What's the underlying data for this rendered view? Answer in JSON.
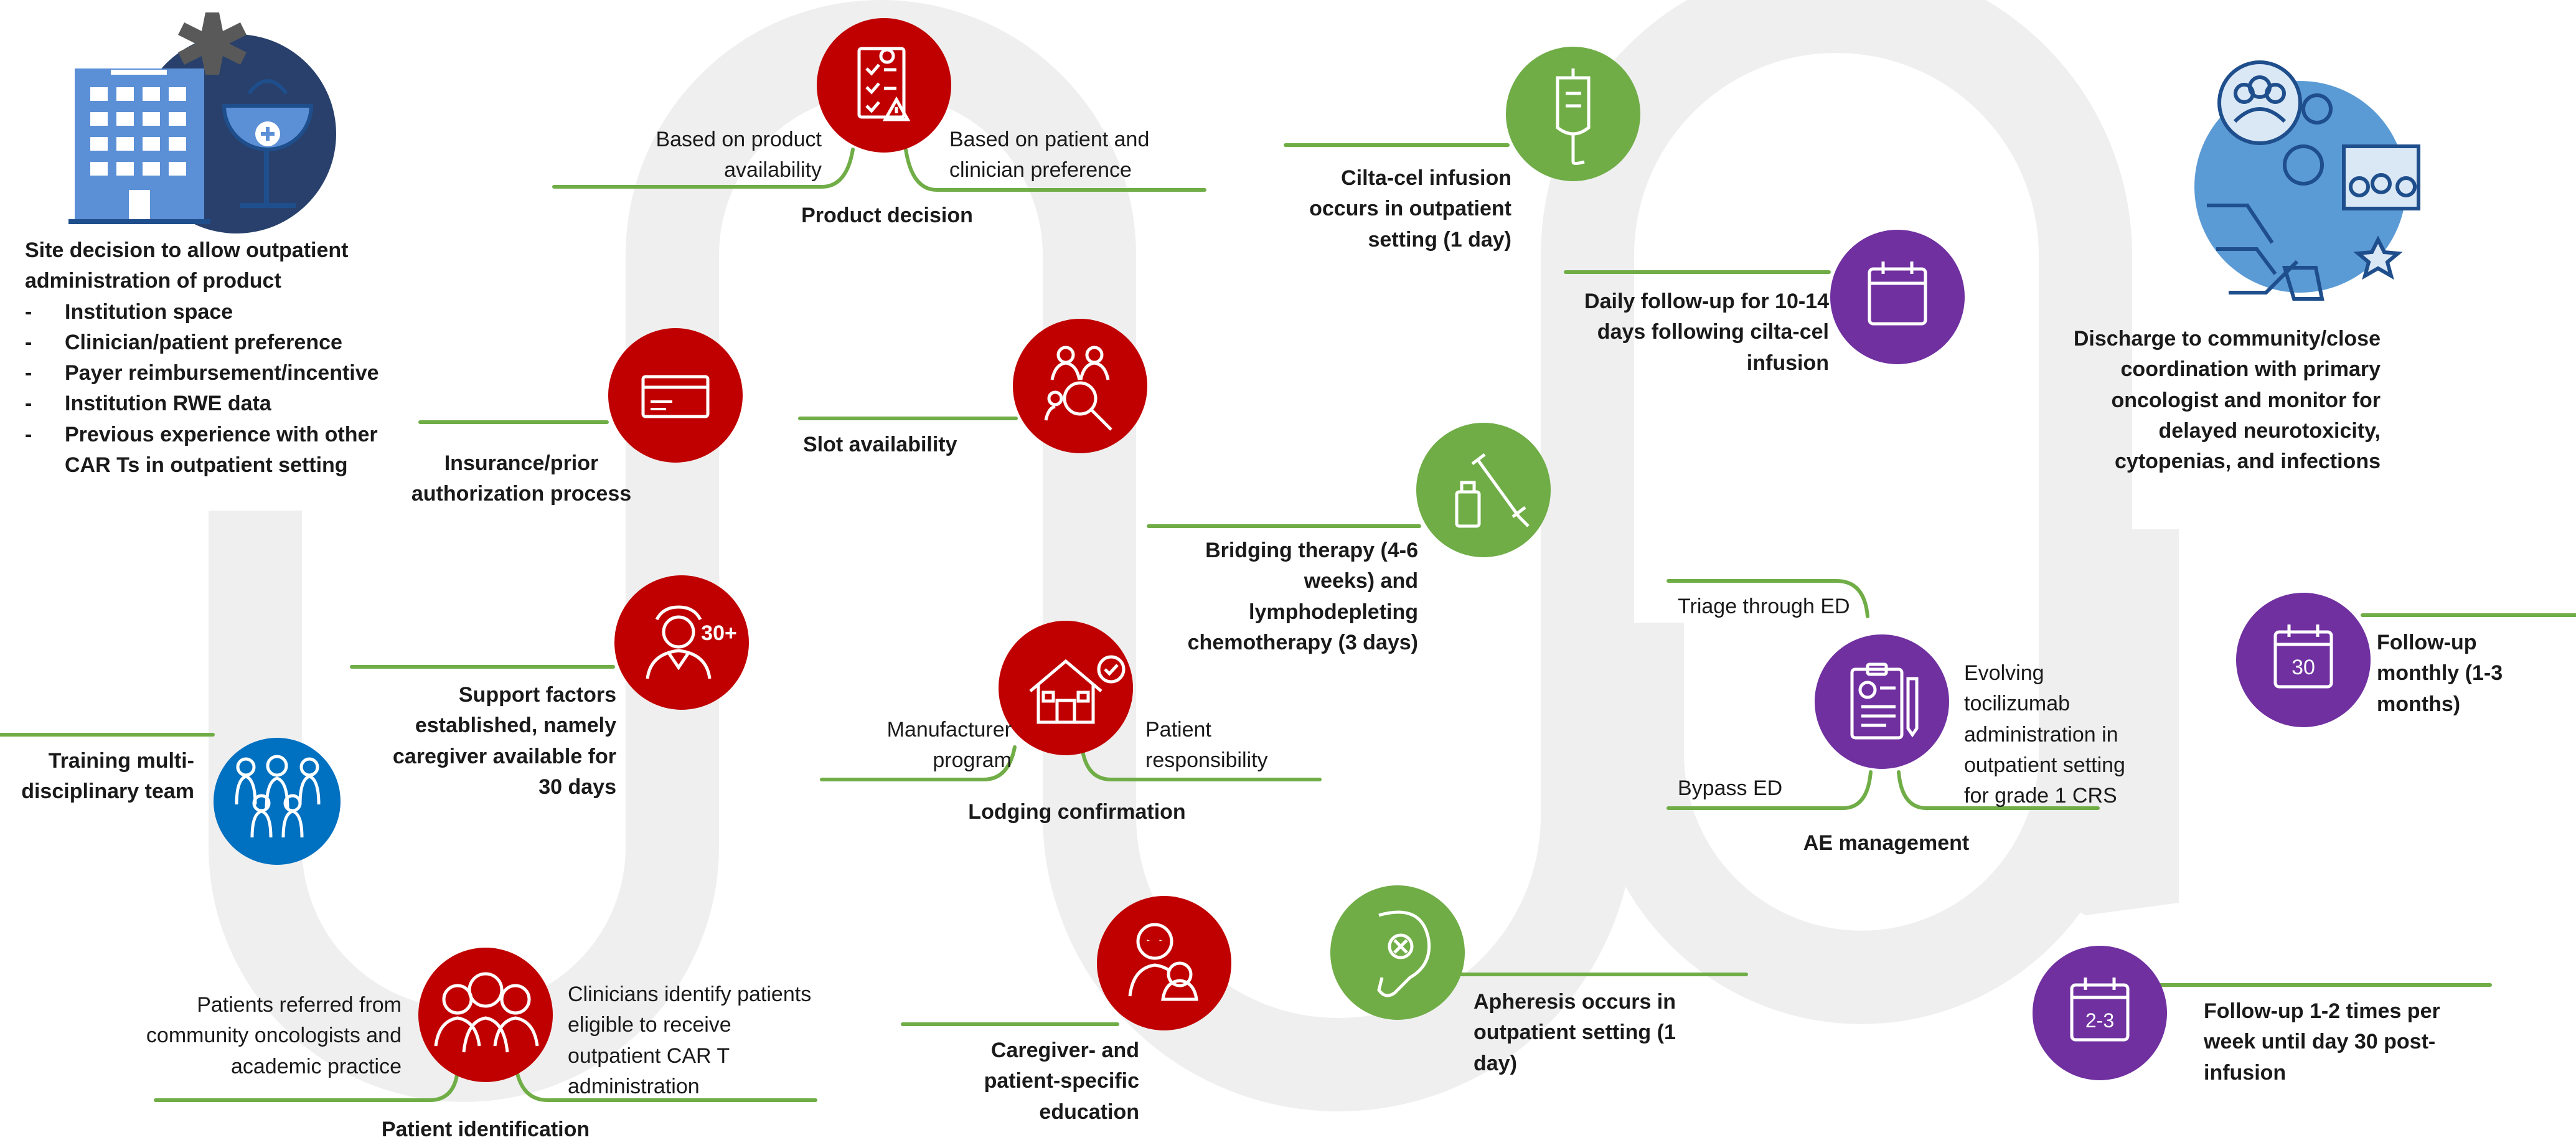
{
  "colors": {
    "red": "#c00000",
    "green": "#70ad47",
    "purple": "#7030a0",
    "blue": "#0070c0",
    "path": "#efefef"
  },
  "site_decision": {
    "title": "Site decision to allow outpatient administration of product",
    "items": [
      "Institution space",
      "Clinician/patient preference",
      "Payer reimbursement/incentive",
      "Institution RWE data",
      "Previous experience with other CAR Ts in outpatient setting"
    ],
    "icon": "hospital-medical-icon"
  },
  "steps": {
    "training": {
      "title": "Training multi-disciplinary team",
      "icon": "team-icon"
    },
    "patient_identification": {
      "title": "Patient identification",
      "left_note": "Patients referred from community oncologists and academic practice",
      "right_note": "Clinicians identify patients eligible to receive outpatient CAR T administration",
      "icon": "patient-group-icon"
    },
    "support_factors": {
      "title": "Support factors established, namely caregiver available for 30 days",
      "badge": "30+",
      "icon": "nurse-icon"
    },
    "insurance": {
      "title": "Insurance/prior authorization process",
      "icon": "card-icon"
    },
    "product_decision": {
      "title": "Product decision",
      "left_note": "Based on product availability",
      "right_note": "Based on patient and clinician preference",
      "icon": "checklist-icon"
    },
    "slot_availability": {
      "title": "Slot availability",
      "icon": "people-search-icon"
    },
    "lodging": {
      "title": "Lodging confirmation",
      "left_note": "Manufacturer program",
      "right_note": "Patient responsibility",
      "icon": "house-check-icon"
    },
    "education": {
      "title": "Caregiver- and patient-specific education",
      "icon": "caregiver-icon"
    },
    "apheresis": {
      "title": "Apheresis occurs in outpatient setting (1 day)",
      "icon": "arm-icon"
    },
    "bridging": {
      "title": "Bridging therapy (4-6 weeks) and lymphodepleting chemotherapy (3 days)",
      "icon": "syringe-icon"
    },
    "infusion": {
      "title": "Cilta-cel infusion occurs in outpatient setting (1 day)",
      "icon": "iv-bag-icon"
    },
    "daily_followup": {
      "title": "Daily follow-up for 10-14 days following cilta-cel infusion",
      "icon": "calendar-icon"
    },
    "ae_management": {
      "title": "AE management",
      "left_top_note": "Triage through ED",
      "left_bottom_note": "Bypass ED",
      "right_note": "Evolving tocilizumab administration in outpatient setting for grade 1 CRS",
      "icon": "clipboard-icon"
    },
    "followup_weekly": {
      "title": "Follow-up 1-2 times per week until day 30 post-infusion",
      "badge": "2-3",
      "icon": "calendar-icon"
    },
    "followup_monthly": {
      "title": "Follow-up monthly (1-3 months)",
      "badge": "30",
      "icon": "calendar-icon"
    },
    "discharge": {
      "title": "Discharge to community/close coordination with primary oncologist and monitor for delayed neurotoxicity, cytopenias, and infections",
      "icon": "coordination-icon"
    }
  }
}
